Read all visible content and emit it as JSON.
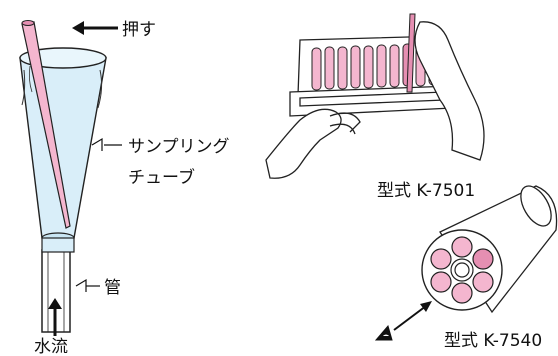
{
  "labels": {
    "push": "押す",
    "sampling_line1": "サンプリング",
    "sampling_line2": "チューブ",
    "pipe": "管",
    "water_flow": "水流",
    "model_rack": "型式 K-7501",
    "model_bundle": "型式 K-7540"
  },
  "colors": {
    "tube_pink": "#f4b6cf",
    "tube_pink_dark": "#e58fb2",
    "cone_blue": "#d9eef9",
    "line": "#222222"
  }
}
